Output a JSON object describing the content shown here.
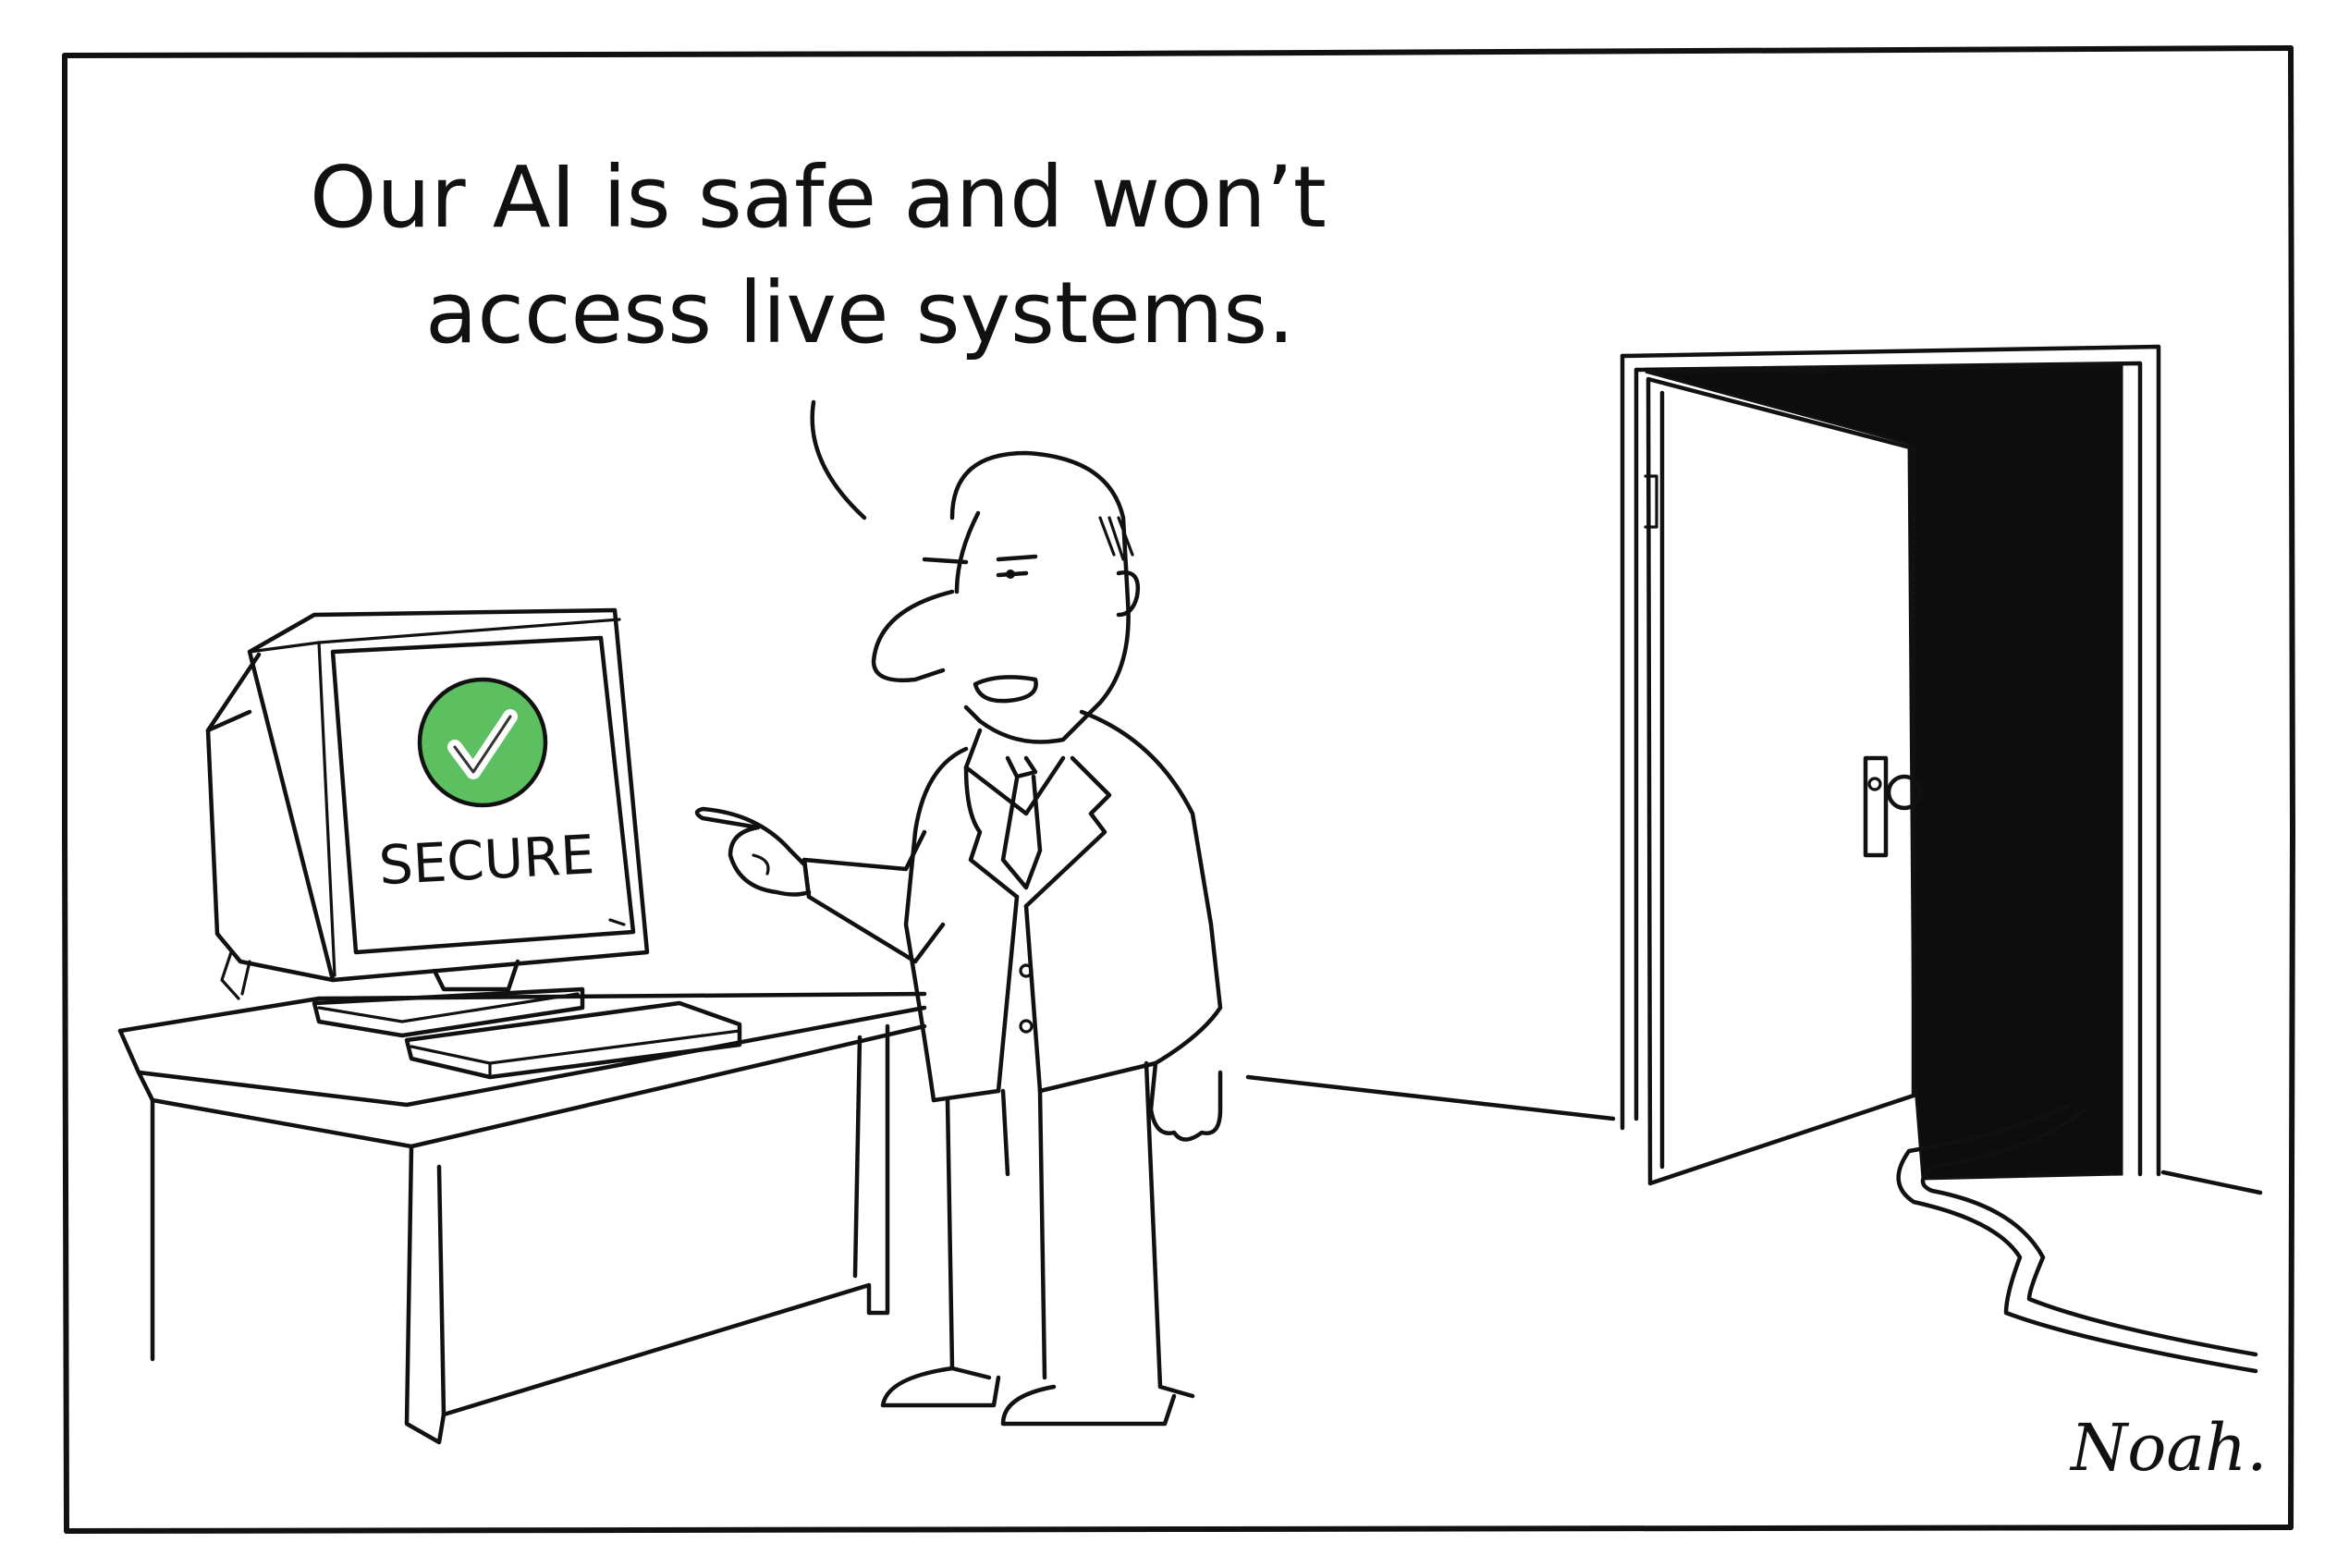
{
  "caption": {
    "line1": "Our AI is safe and won’t",
    "line2": "access live systems."
  },
  "monitor": {
    "status_label": "SECURE",
    "check_color": "#5cbf60",
    "check_icon": "checkmark-icon"
  },
  "signature": "Noah.",
  "colors": {
    "ink": "#111111",
    "paper": "#ffffff",
    "doorway_dark": "#0d0d0d",
    "check_green": "#5cbf60"
  }
}
